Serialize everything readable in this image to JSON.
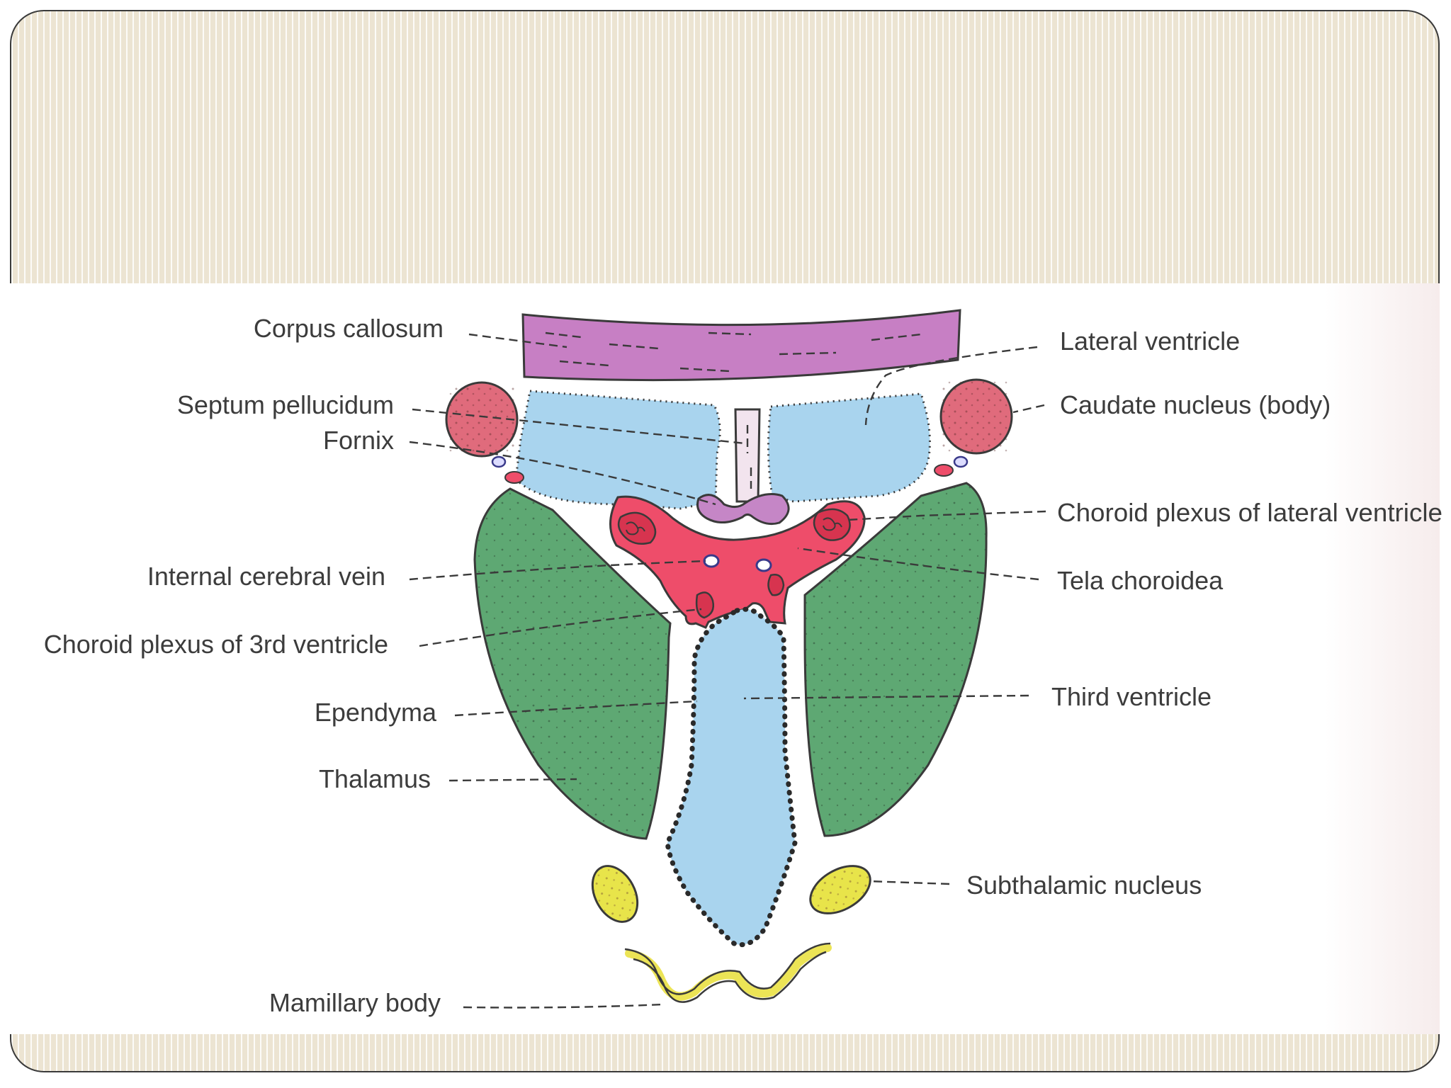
{
  "diagram": {
    "labels": {
      "corpus_callosum": "Corpus callosum",
      "septum_pellucidum": "Septum pellucidum",
      "fornix": "Fornix",
      "internal_cerebral_vein": "Internal cerebral vein",
      "choroid_plexus_3rd": "Choroid plexus of 3rd ventricle",
      "ependyma": "Ependyma",
      "thalamus": "Thalamus",
      "mamillary_body": "Mamillary body",
      "lateral_ventricle": "Lateral ventricle",
      "caudate_nucleus": "Caudate nucleus (body)",
      "choroid_plexus_lateral": "Choroid plexus of lateral ventricle",
      "tela_choroidea": "Tela choroidea",
      "third_ventricle": "Third ventricle",
      "subthalamic_nucleus": "Subthalamic nucleus"
    },
    "colors": {
      "corpus_callosum": "#c77fc4",
      "ventricle": "#a9d4ee",
      "caudate": "#e06b7c",
      "thalamus": "#5ea873",
      "tela": "#ee4d6a",
      "subthalamic": "#e8e44a",
      "mamillary": "#ece456",
      "fornix": "#c586c6",
      "septum": "#f2e4ee"
    }
  }
}
